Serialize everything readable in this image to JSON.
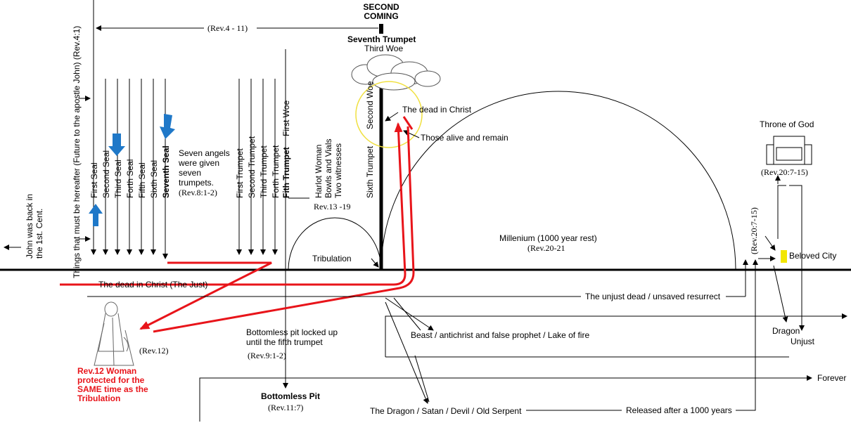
{
  "title": {
    "line1": "SECOND",
    "line2": "COMING"
  },
  "rev_4_11": "(Rev.4 - 11)",
  "seventh_trumpet": "Seventh Trumpet",
  "third_woe": "Third Woe",
  "seals": [
    "First Seal",
    "Second Seal",
    "Third Seal",
    "Forth Seal",
    "Fifth Seal",
    "Sixth Seal",
    "Seventh Seal"
  ],
  "trumpets": [
    "First Trumpet",
    "Second Trumpet",
    "Third Trumpet",
    "Forth Trumpet",
    "Fith Trumpet",
    "First Woe"
  ],
  "sixth_trumpet": "Sixth Trumpet",
  "second_woe": "Second Woe",
  "things_hereafter": "Things that must be hereafter (Future to the apostle John) (Rev.4:1)",
  "john_back": {
    "line1": "John was back in",
    "line2": "the 1st. Cent."
  },
  "seven_angels": {
    "line1": "Seven angels",
    "line2": "were given",
    "line3": "seven",
    "line4": "trumpets.",
    "ref": "(Rev.8:1-2)"
  },
  "harlot": {
    "line1": "Harlot Woman",
    "line2": "Bowls and Vials",
    "line3": "Two witnesses"
  },
  "rev_13_19": "Rev.13 -19",
  "tribulation": "Tribulation",
  "dead_in_christ": "The dead in Christ",
  "those_alive": "Those alive and remain",
  "millenium": "Millenium (1000 year rest)",
  "rev_20_21": "(Rev.20-21",
  "throne": "Throne of God",
  "rev_20_7_15": "(Rev.20:7-15)",
  "rev_20_7_15_vert": "(Rev.20:7-15)",
  "beloved_city": "Beloved City",
  "dead_just": "The dead in Christ (The Just)",
  "unjust_dead": "The unjust dead / unsaved resurrect",
  "beast": "Beast / antichrist and false prophet / Lake of fire",
  "dragon": "Dragon",
  "unjust": "Unjust",
  "bottomless_locked": {
    "line1": "Bottomless pit locked up",
    "line2": "until the fifth trumpet"
  },
  "rev_9": "(Rev.9:1-2)",
  "rev_12": "(Rev.12)",
  "woman_note": {
    "line1": "Rev.12 Woman",
    "line2": "protected for the",
    "line3": "SAME time as the",
    "line4": "Tribulation"
  },
  "bottomless_pit": "Bottomless Pit",
  "rev_11_7": "(Rev.11:7)",
  "dragon_satan": "The Dragon / Satan / Devil / Old Serpent",
  "released": "Released after a 1000 years",
  "forever": "Forever",
  "colors": {
    "red": "#e8141a",
    "blue": "#1f78c8",
    "yellow": "#f2e600",
    "circle": "#f0e040"
  }
}
